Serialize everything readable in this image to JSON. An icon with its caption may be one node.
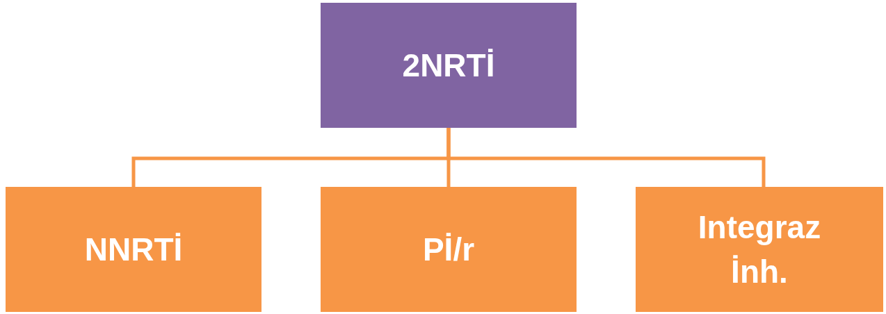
{
  "diagram": {
    "nodes": [
      {
        "text": [
          "2NRTİ"
        ]
      },
      {
        "text": [
          "NNRTİ"
        ]
      },
      {
        "text": [
          "Pİ/r"
        ]
      },
      {
        "text": [
          "Integraz İnh."
        ]
      }
    ],
    "edges": [
      {
        "from": 0,
        "to": 1,
        "arrow": "none"
      },
      {
        "from": 0,
        "to": 2,
        "arrow": "none"
      },
      {
        "from": 0,
        "to": 3,
        "arrow": "none"
      }
    ]
  }
}
